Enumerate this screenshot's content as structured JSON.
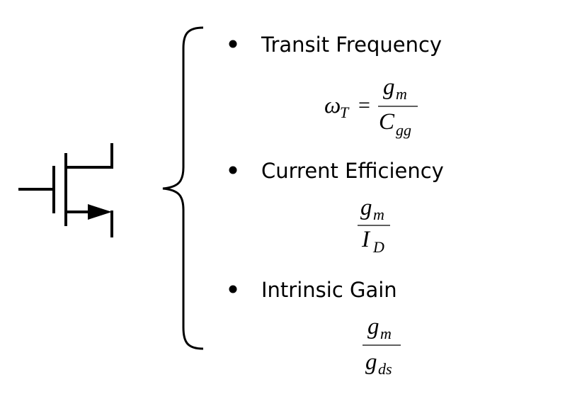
{
  "colors": {
    "background": "#ffffff",
    "ink": "#000000"
  },
  "icons": {
    "transistor": "mosfet-symbol",
    "brace": "curly-brace-left"
  },
  "metrics": [
    {
      "label": "Transit Frequency",
      "lhs_symbol": "ω",
      "lhs_sub": "T",
      "equals": "=",
      "num_symbol": "g",
      "num_sub": "m",
      "den_symbol": "C",
      "den_sub": "gg"
    },
    {
      "label": "Current Efficiency",
      "num_symbol": "g",
      "num_sub": "m",
      "den_symbol": "I",
      "den_sub": "D"
    },
    {
      "label": "Intrinsic Gain",
      "num_symbol": "g",
      "num_sub": "m",
      "den_symbol": "g",
      "den_sub": "ds"
    }
  ]
}
